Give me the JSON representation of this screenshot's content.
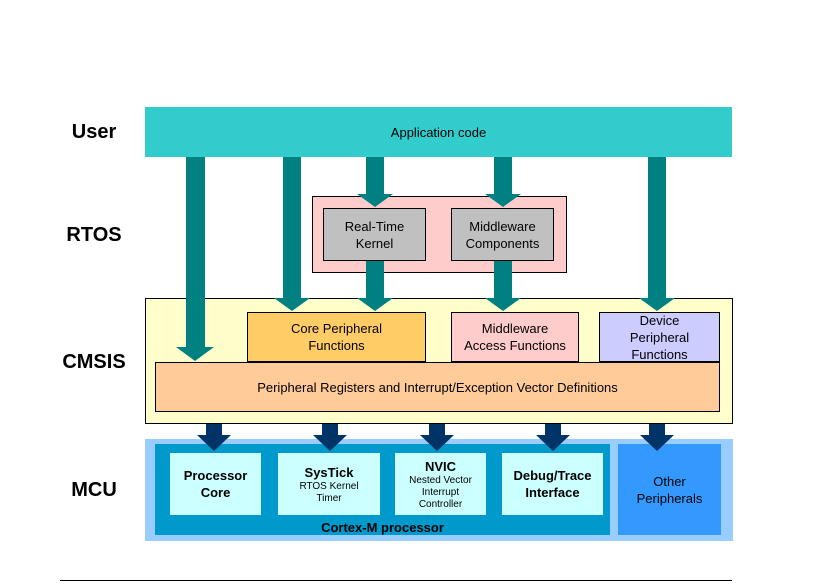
{
  "layers": {
    "user": "User",
    "rtos": "RTOS",
    "cmsis": "CMSIS",
    "mcu": "MCU"
  },
  "user": {
    "application": "Application code"
  },
  "rtos": {
    "kernel": [
      "Real-Time",
      "Kernel"
    ],
    "middleware": [
      "Middleware",
      "Components"
    ]
  },
  "cmsis": {
    "core_peripheral": [
      "Core Peripheral",
      "Functions"
    ],
    "middleware_access": [
      "Middleware",
      "Access Functions"
    ],
    "device_peripheral": [
      "Device",
      "Peripheral",
      "Functions"
    ],
    "registers": "Peripheral Registers and Interrupt/Exception Vector Definitions"
  },
  "mcu": {
    "processor_core": [
      "Processor",
      "Core"
    ],
    "systick": {
      "title": "SysTick",
      "sub": [
        "RTOS Kernel",
        "Timer"
      ]
    },
    "nvic": {
      "title": "NVIC",
      "sub": [
        "Nested Vector",
        "Interrupt",
        "Controller"
      ]
    },
    "debug_trace": [
      "Debug/Trace",
      "Interface"
    ],
    "other": [
      "Other",
      "Peripherals"
    ],
    "cortex": "Cortex-M processor"
  },
  "colors": {
    "teal": "#33cccc",
    "arrow_teal": "#008080",
    "arrow_navy": "#003366",
    "rtos_bg": "#ffcccc",
    "rtos_box": "#c0c0c0",
    "cmsis_bg": "#ffffcc",
    "core_peripheral": "#ffcc66",
    "middleware_access": "#ffcccc",
    "device_peripheral": "#ccccff",
    "registers": "#ffcc99",
    "mcu_bg": "#99ccff",
    "cortex_bg": "#0099cc",
    "mcu_box": "#ccffff",
    "other": "#3399ff"
  }
}
